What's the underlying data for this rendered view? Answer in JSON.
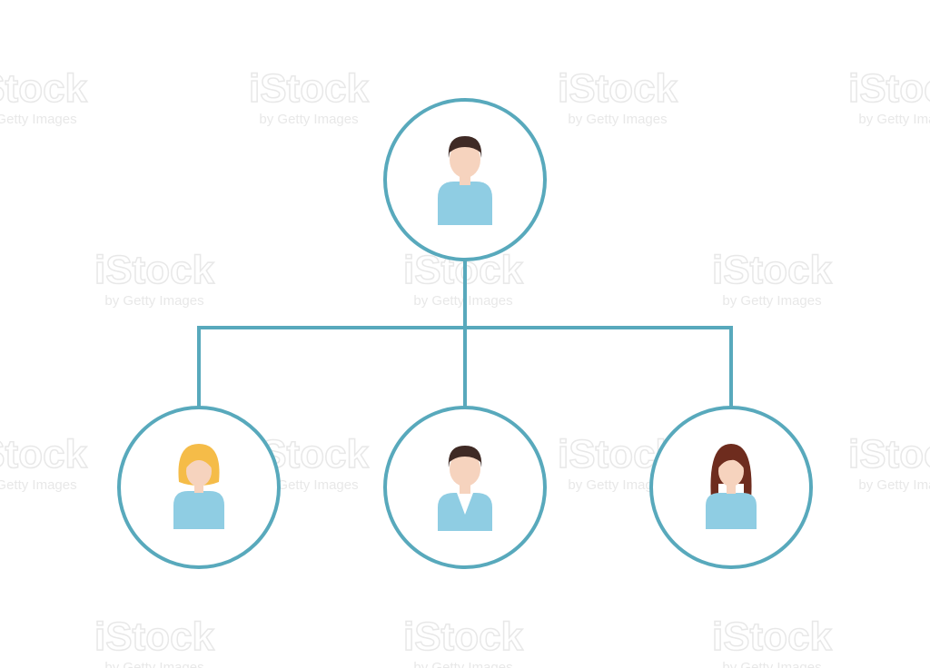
{
  "diagram": {
    "type": "org-chart",
    "colors": {
      "connector": "#58A9BC",
      "node_ring": "#58A9BC",
      "body": "#8FCDE3",
      "skin": "#F6D3BE",
      "hair_dark": "#3F2A25",
      "hair_blonde": "#F5BC48",
      "hair_brown": "#6E2C1E",
      "shirt_collar": "#FFFFFF"
    },
    "nodes": [
      {
        "id": "top",
        "level": 0,
        "person": "man",
        "hair": "dark",
        "icon": "man-avatar-icon"
      },
      {
        "id": "left",
        "level": 1,
        "person": "woman",
        "hair": "blonde",
        "icon": "woman-blonde-avatar-icon"
      },
      {
        "id": "center",
        "level": 1,
        "person": "man-suit",
        "hair": "dark",
        "icon": "man-suit-avatar-icon"
      },
      {
        "id": "right",
        "level": 1,
        "person": "woman",
        "hair": "brown",
        "icon": "woman-brown-avatar-icon"
      }
    ],
    "edges": [
      {
        "from": "top",
        "to": "left"
      },
      {
        "from": "top",
        "to": "center"
      },
      {
        "from": "top",
        "to": "right"
      }
    ]
  },
  "watermark": {
    "brand": "iStock",
    "tagline": "by Getty Images",
    "color": "#E8E8E8"
  }
}
